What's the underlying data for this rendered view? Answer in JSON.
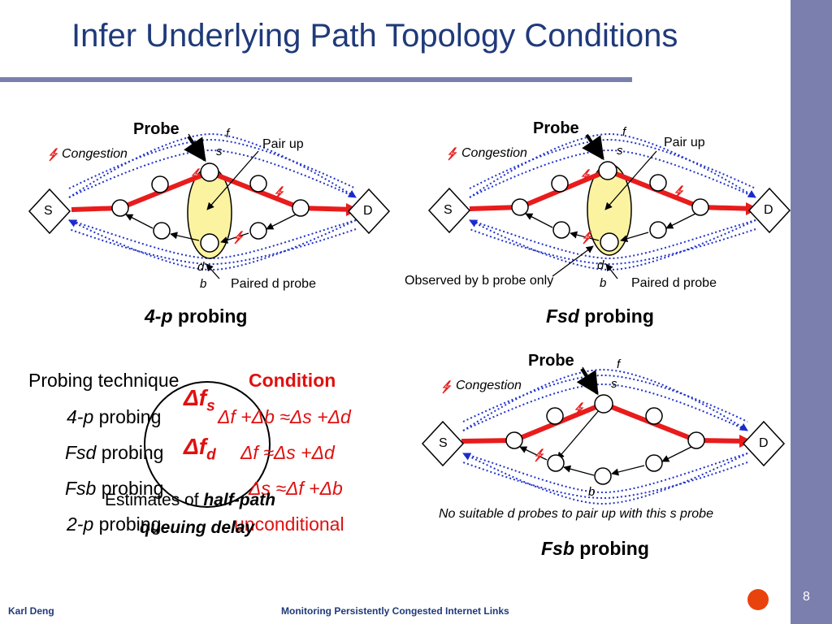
{
  "slide": {
    "title": "Infer Underlying Path Topology Conditions",
    "page_number": "8",
    "footer_left": "Karl Deng",
    "footer_center": "Monitoring Persistently Congested Internet Links"
  },
  "diagram_labels": {
    "probe": "Probe",
    "congestion": "Congestion",
    "pair_up": "Pair up",
    "paired_d_probe": "Paired d probe",
    "observed_by_b": "Observed by b probe only",
    "no_suitable": "No suitable d probes to pair up with this s probe",
    "node_src": "S",
    "node_dst": "D",
    "f": "f",
    "s": "s",
    "d": "d",
    "b": "b"
  },
  "captions": {
    "fourp_prefix": "4-p",
    "fsd_prefix": "Fsd",
    "fsb_prefix": "Fsb",
    "probing": "probing"
  },
  "table": {
    "header_technique": "Probing technique",
    "header_condition": "Condition",
    "rows": [
      {
        "prefix": "4-p",
        "suffix": "probing",
        "condition": "Δf +Δb ≈Δs +Δd"
      },
      {
        "prefix": "Fsd",
        "suffix": "probing",
        "condition": "Δf ≈Δs +Δd"
      },
      {
        "prefix": "Fsb",
        "suffix": "probing",
        "condition": "Δs ≈Δf +Δb"
      },
      {
        "prefix": "2-p",
        "suffix": "probing",
        "condition": "unconditional"
      }
    ]
  },
  "overlay": {
    "delta_fs": "Δf",
    "delta_fs_sub": "s",
    "delta_fd": "Δf",
    "delta_fd_sub": "d",
    "estimates_pre": "Estimates of ",
    "estimates_bold": "half-path",
    "queuing_delay": "queuing delay"
  },
  "colors": {
    "title": "#1f3a7a",
    "sidebar": "#7b7fae",
    "path_red": "#e81c1c",
    "dotted_blue": "#2233cc",
    "ellipse_fill": "#fbf3a0",
    "condition_red": "#e01010",
    "footer_dot": "#e8430d"
  }
}
